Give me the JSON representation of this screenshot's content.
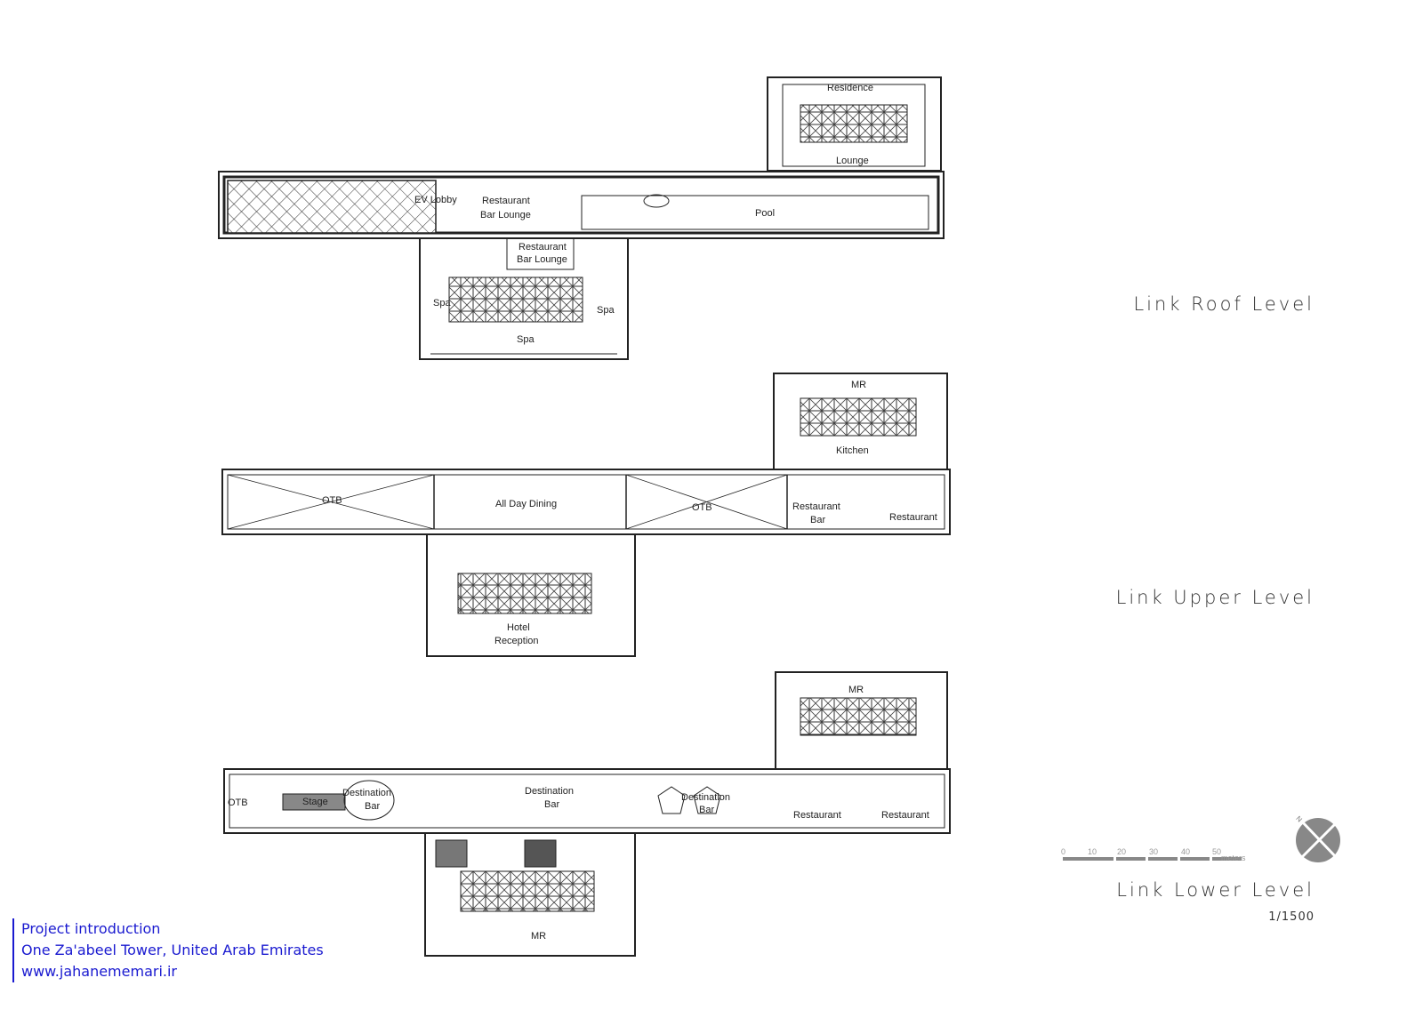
{
  "levels": {
    "roof": {
      "title": "Link Roof Level",
      "labels": [
        "Residence",
        "Lounge",
        "EV Lobby",
        "Restaurant",
        "Bar Lounge",
        "Pool",
        "Restaurant",
        "Bar Lounge",
        "Spa",
        "Spa",
        "Spa"
      ]
    },
    "upper": {
      "title": "Link Upper Level",
      "labels": [
        "MR",
        "Kitchen",
        "OTB",
        "All Day Dining",
        "OTB",
        "Restaurant",
        "Bar",
        "Restaurant",
        "Hotel",
        "Reception"
      ]
    },
    "lower": {
      "title": "Link Lower Level",
      "labels": [
        "MR",
        "OTB",
        "Stage",
        "Destination",
        "Bar",
        "Destination",
        "Bar",
        "Destination",
        "Bar",
        "Restaurant",
        "Restaurant",
        "MR"
      ]
    }
  },
  "scale_bar": {
    "ticks": [
      "0",
      "10",
      "20",
      "30",
      "40",
      "50"
    ],
    "unit": "meters",
    "ratio": "1/1500"
  },
  "north_arrow": {
    "label": "N"
  },
  "credits": [
    "Project introduction",
    "One Za'abeel Tower, United Arab Emirates",
    "www.jahanememari.ir"
  ],
  "colors": {
    "line": "#222222",
    "credit": "#1a1ad0",
    "scale": "#888888"
  }
}
